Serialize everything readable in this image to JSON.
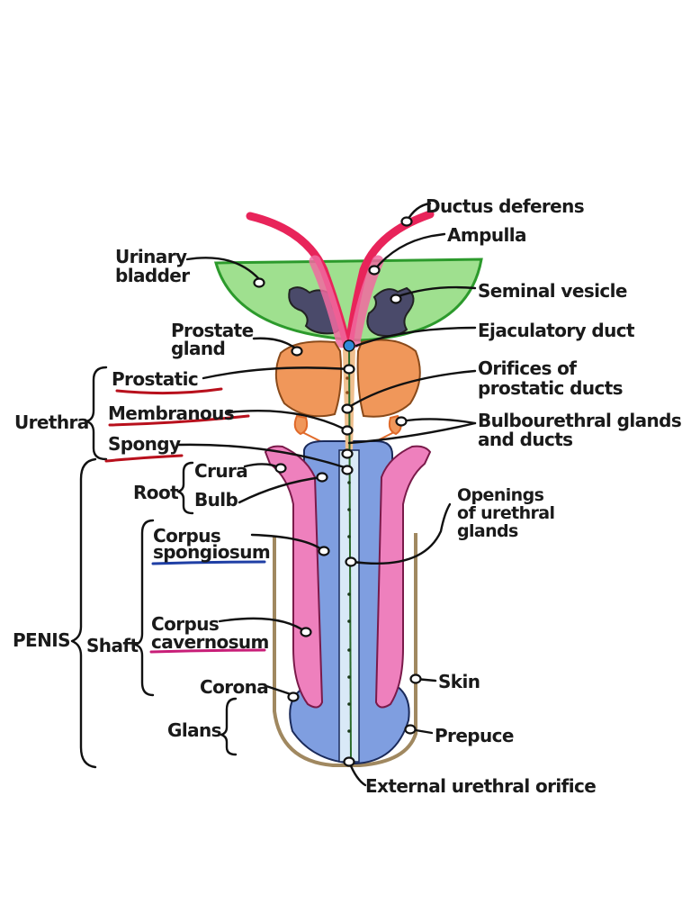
{
  "labels": {
    "ductus_deferens": "Ductus deferens",
    "ampulla": "Ampulla",
    "urinary_bladder_1": "Urinary",
    "urinary_bladder_2": "bladder",
    "seminal_vesicle": "Seminal vesicle",
    "prostate_gland_1": "Prostate",
    "prostate_gland_2": "gland",
    "ejaculatory_duct": "Ejaculatory duct",
    "prostatic": "Prostatic",
    "orifices_1": "Orifices of",
    "orifices_2": "prostatic ducts",
    "urethra": "Urethra",
    "membranous": "Membranous",
    "bulbourethral_1": "Bulbourethral glands",
    "bulbourethral_2": "and ducts",
    "spongy": "Spongy",
    "crura": "Crura",
    "root": "Root",
    "bulb": "Bulb",
    "openings_1": "Openings",
    "openings_2": "of urethral",
    "openings_3": "glands",
    "corpus_spongiosum_1": "Corpus",
    "corpus_spongiosum_2": "spongiosum",
    "penis": "PENIS",
    "shaft": "Shaft",
    "corpus_cavernosum_1": "Corpus",
    "corpus_cavernosum_2": "cavernosum",
    "corona": "Corona",
    "skin": "Skin",
    "glans": "Glans",
    "prepuce": "Prepuce",
    "external_urethral_orifice": "External urethral orifice"
  },
  "colors": {
    "bladder": "#9fe08f",
    "bladder_outline": "#2c9a2c",
    "ductus": "#e8245a",
    "ampulla": "#f06aa0",
    "seminal_vesicle": "#4a4a6a",
    "prostate": "#f0975a",
    "bulbourethral": "#f0975a",
    "corpus_spongiosum": "#7f9ee0",
    "corpus_cavernosum": "#ee80bd",
    "urethra": "#d9e9f7",
    "skin": "#a08860",
    "underline_red": "#b8101c",
    "underline_blue": "#1f3fa5",
    "underline_pink": "#c81e78"
  }
}
